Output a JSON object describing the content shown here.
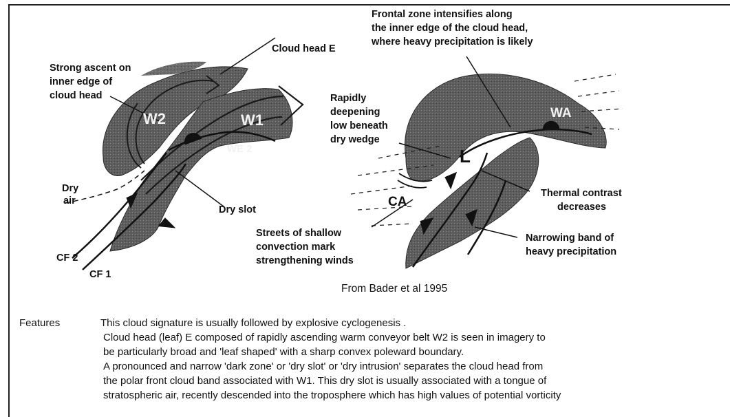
{
  "left_panel": {
    "cloud_head_label": "Cloud head E",
    "strong_ascent": [
      "Strong ascent on",
      "inner edge of",
      "cloud head"
    ],
    "w2": "W2",
    "w1": "W1",
    "we2": "WE 2",
    "dry_air": [
      "Dry",
      "air"
    ],
    "dry_slot": "Dry slot",
    "cf2": "CF 2",
    "cf1": "CF 1"
  },
  "right_panel": {
    "frontal_zone": [
      "Frontal zone intensifies along",
      "the inner edge of the cloud head,",
      "where heavy precipitation is likely"
    ],
    "rapidly_deepening": [
      "Rapidly",
      "deepening",
      "low beneath",
      "dry wedge"
    ],
    "wa": "WA",
    "low": "L",
    "ca": "CA",
    "thermal_contrast": [
      "Thermal contrast",
      "decreases"
    ],
    "streets": [
      "Streets of shallow",
      "convection mark",
      "strengthening winds"
    ],
    "narrowing": [
      "Narrowing band of",
      "heavy precipitation"
    ]
  },
  "source": "From Bader et al  1995",
  "features": {
    "key": "Features",
    "lines": [
      "This cloud signature is usually followed by explosive cyclogenesis .",
      "Cloud head (leaf) E composed of rapidly ascending warm conveyor belt W2 is seen in imagery to",
      "be particularly broad and 'leaf shaped' with a sharp convex poleward boundary.",
      "A pronounced and narrow 'dark zone' or 'dry slot' or 'dry intrusion' separates the cloud head from",
      "the polar front cloud band associated with W1. This dry slot is usually associated with a tongue of",
      "stratospheric air, recently descended into the troposphere which has high values of potential vorticity"
    ]
  }
}
